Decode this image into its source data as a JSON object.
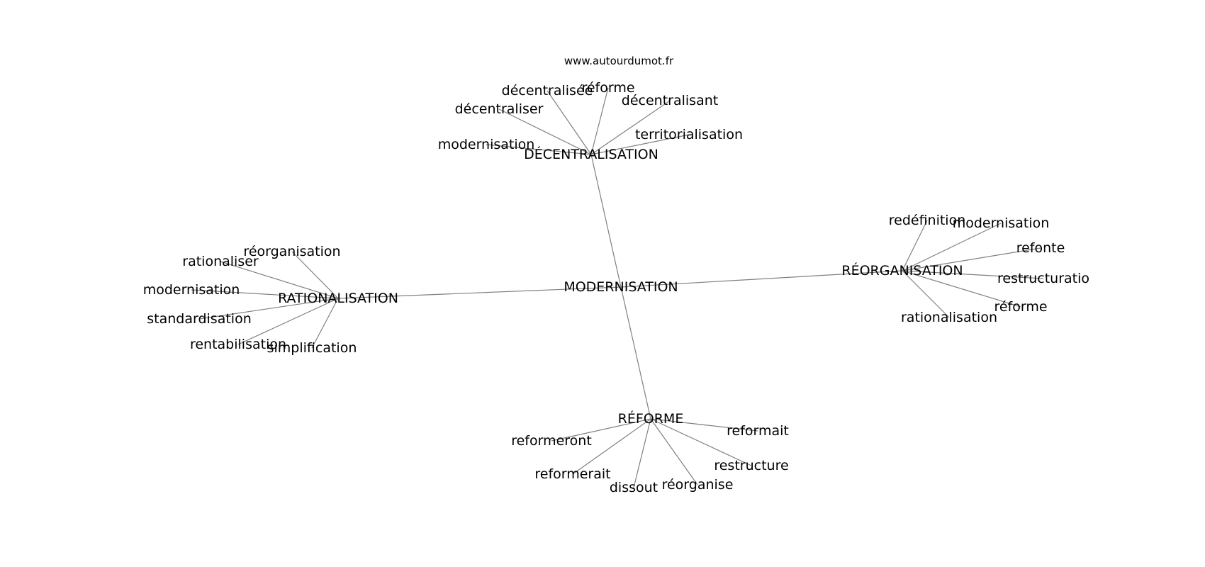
{
  "site": "www.autourdumot.fr",
  "center": {
    "id": "modernisation",
    "label": "MODERNISATION"
  },
  "hubs": [
    {
      "id": "decentralisation",
      "label": "DÉCENTRALISATION",
      "leaves": [
        "décentralisée",
        "réforme",
        "décentralisant",
        "décentraliser",
        "territorialisation",
        "modernisation"
      ]
    },
    {
      "id": "reorganisation",
      "label": "RÉORGANISATION",
      "leaves": [
        "redéfinition",
        "modernisation",
        "refonte",
        "restructuratio",
        "réforme",
        "rationalisation"
      ]
    },
    {
      "id": "rationalisation",
      "label": "RATIONALISATION",
      "leaves": [
        "réorganisation",
        "rationaliser",
        "modernisation",
        "standardisation",
        "rentabilisation",
        "simplification"
      ]
    },
    {
      "id": "reforme",
      "label": "RÉFORME",
      "leaves": [
        "reformait",
        "reformeront",
        "restructure",
        "reformerait",
        "réorganise",
        "dissout"
      ]
    }
  ]
}
